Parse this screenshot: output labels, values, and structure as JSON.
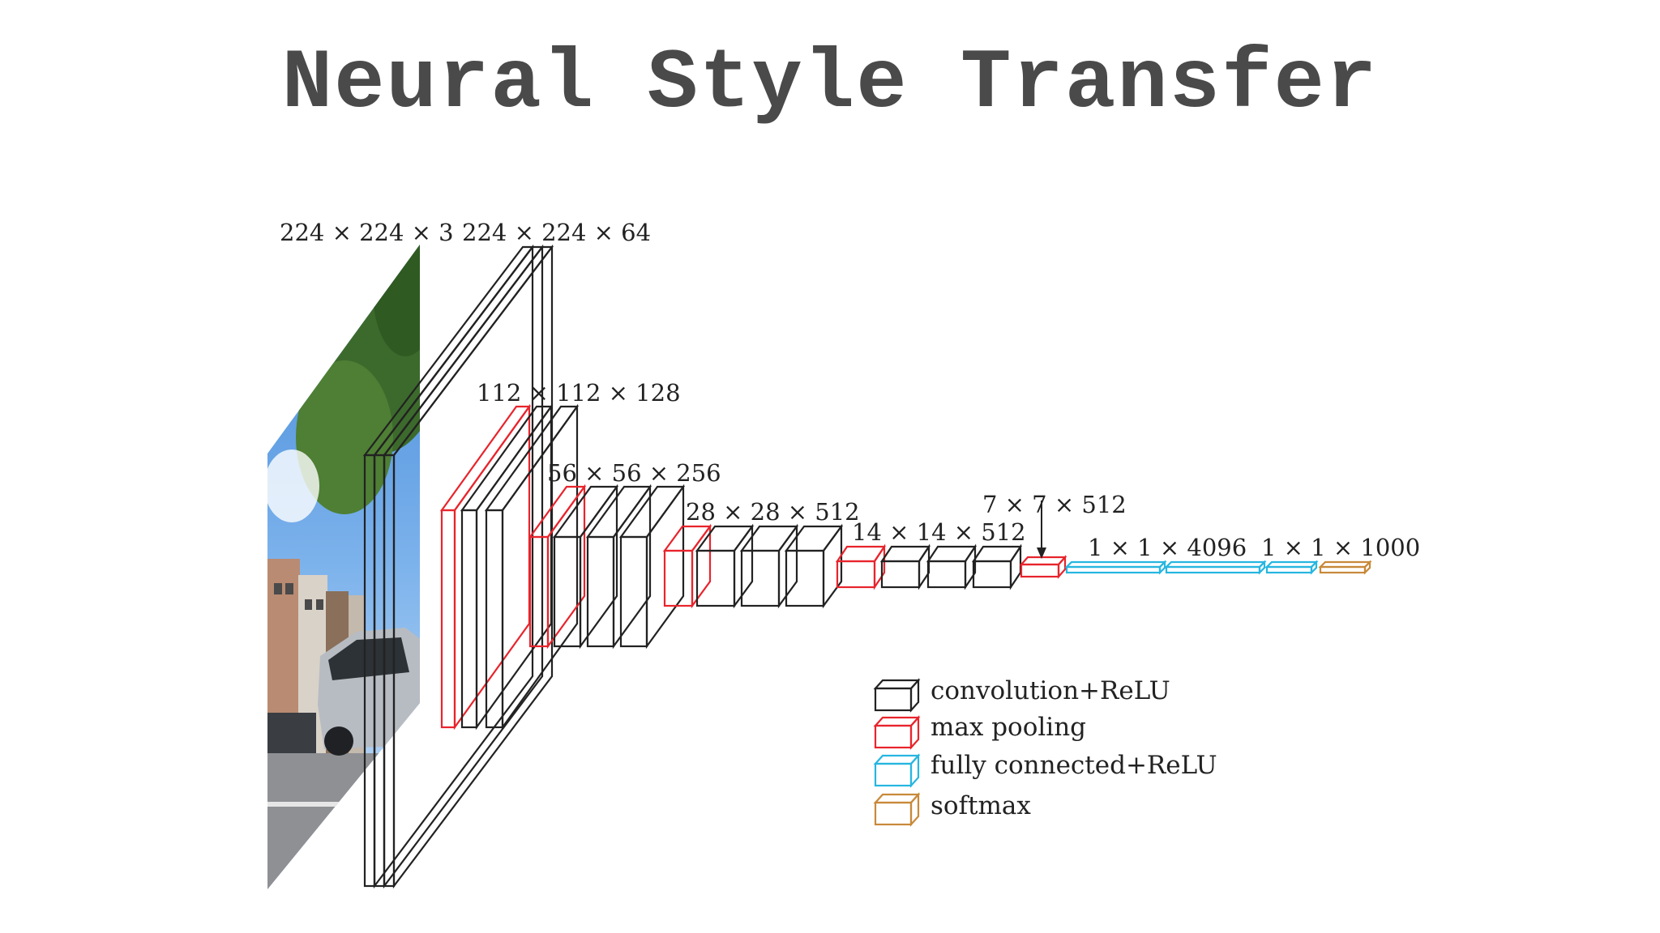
{
  "title": "Neural Style Transfer",
  "colors": {
    "conv": "#222222",
    "pool": "#e8242c",
    "fc": "#27b6e0",
    "softmax": "#c8893a"
  },
  "dimension_labels": {
    "input": "224 × 224 × 3",
    "conv1": "224 × 224 × 64",
    "conv2": "112 × 112 × 128",
    "conv3": "56 × 56 × 256",
    "conv4": "28 × 28 × 512",
    "conv5": "14 × 14 × 512",
    "pool5": "7 × 7 × 512",
    "fc": "1 × 1 × 4096",
    "softmax": "1 × 1 × 1000"
  },
  "legend": {
    "conv": "convolution+ReLU",
    "pool": "max pooling",
    "fc": "fully connected+ReLU",
    "softmax": "softmax"
  }
}
